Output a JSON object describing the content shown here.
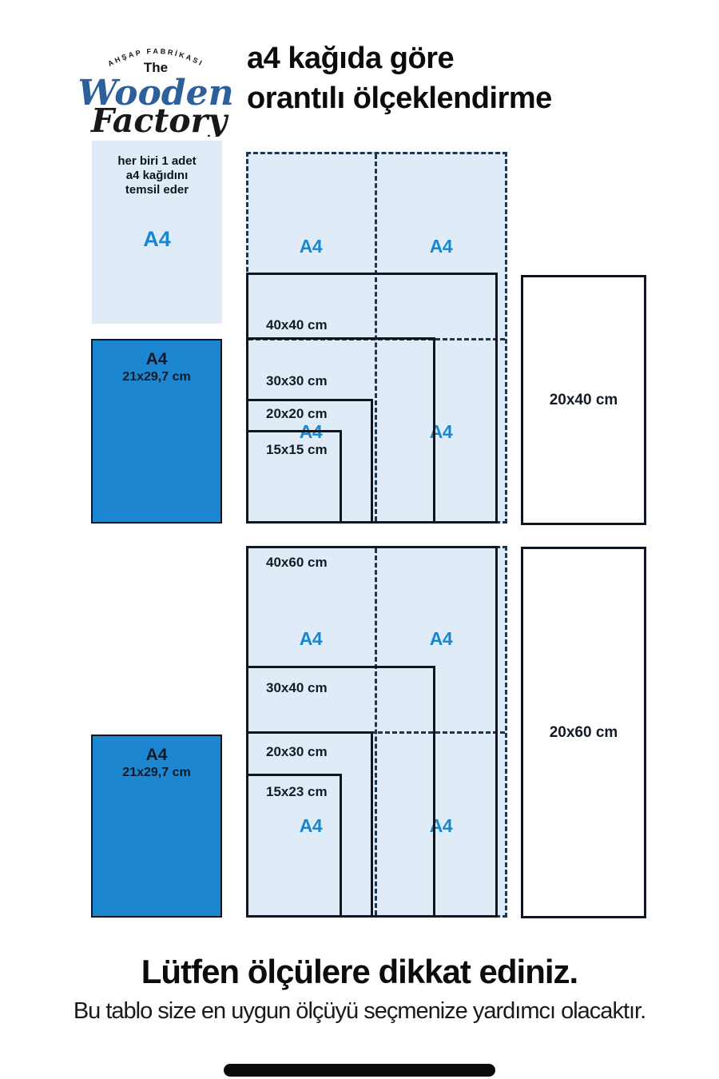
{
  "colors": {
    "accent_blue": "#1787d2",
    "solid_blue": "#1d86d0",
    "panel_blue": "#dfecf8",
    "dash_navy": "#1c3550",
    "ink": "#10161f",
    "logo_blue": "#2d5f9b"
  },
  "logo": {
    "arc_text": "AHŞAP FABRİKASI",
    "the_text": "The",
    "wooden_text": "Wooden",
    "factory_text": "Factory"
  },
  "header": {
    "title_line1": "a4 kağıda göre",
    "title_line2": "orantılı ölçeklendirme"
  },
  "legend_box": {
    "line1": "her biri 1 adet",
    "line2": "a4 kağıdını",
    "line3": "temsil eder",
    "a4_label": "A4"
  },
  "a4_reference": {
    "label": "A4",
    "dimensions": "21x29,7 cm"
  },
  "square_group": {
    "a4_cells": [
      "A4",
      "A4",
      "A4",
      "A4"
    ],
    "sizes": [
      "40x40 cm",
      "30x30 cm",
      "20x20 cm",
      "15x15 cm"
    ],
    "side_box": "20x40 cm"
  },
  "rect_group": {
    "a4_cells": [
      "A4",
      "A4",
      "A4",
      "A4"
    ],
    "sizes": [
      "40x60 cm",
      "30x40 cm",
      "20x30 cm",
      "15x23 cm"
    ],
    "side_box": "20x60 cm"
  },
  "footer": {
    "headline": "Lütfen ölçülere dikkat ediniz.",
    "subtext": "Bu tablo size en uygun ölçüyü seçmenize yardımcı olacaktır."
  }
}
